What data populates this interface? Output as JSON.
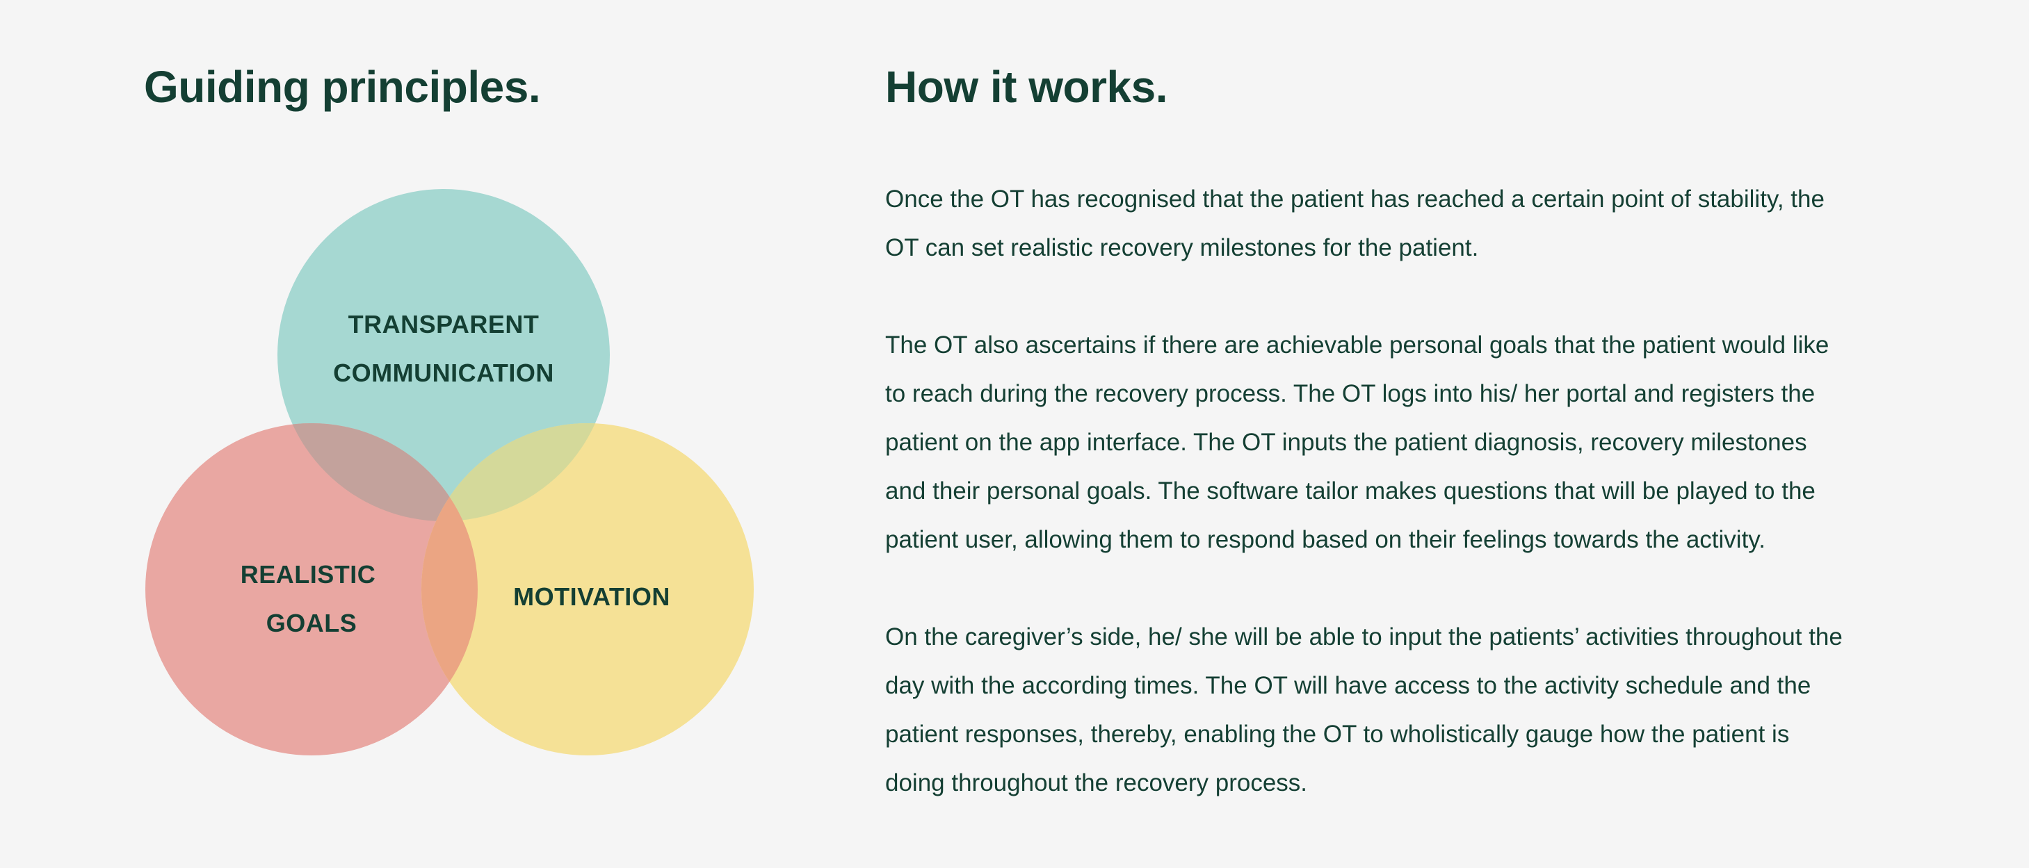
{
  "left": {
    "heading": "Guiding principles."
  },
  "venn": {
    "circles": [
      {
        "id": "transparent-communication",
        "lines": [
          "TRANSPARENT",
          "COMMUNICATION"
        ],
        "color": "#a6d8d2"
      },
      {
        "id": "realistic-goals",
        "lines": [
          "REALISTIC",
          "GOALS"
        ],
        "color": "#e9a7a2"
      },
      {
        "id": "motivation",
        "lines": [
          "MOTIVATION"
        ],
        "color": "#f5e196"
      }
    ],
    "overlap_colors": {
      "teal_red": "#c3a29c",
      "teal_yellow": "#d4d99a",
      "red_yellow": "#eba583"
    }
  },
  "right": {
    "heading": "How it works.",
    "paragraphs": [
      {
        "lines": [
          "Once the OT has recognised that the patient has reached a certain point of stability, the",
          "OT can set realistic recovery milestones for the patient."
        ]
      },
      {
        "lines": [
          "The OT also ascertains if there are achievable personal goals that the patient would like",
          "to reach during the recovery process. The OT logs into his/ her portal and registers the",
          "patient on the app interface. The OT inputs the patient diagnosis, recovery milestones",
          "and their personal goals. The software tailor makes questions that will be played to the",
          "patient user, allowing them to respond based on their feelings towards the activity."
        ]
      },
      {
        "lines": [
          "On the caregiver’s side, he/ she will be able to input the patients’ activities throughout the",
          "day with the according times. The OT will have access to the activity schedule and the",
          "patient responses, thereby, enabling the OT to wholistically gauge how the patient is",
          "doing throughout the recovery process."
        ]
      }
    ]
  },
  "colors": {
    "background": "#f5f5f5",
    "text": "#143f33"
  }
}
